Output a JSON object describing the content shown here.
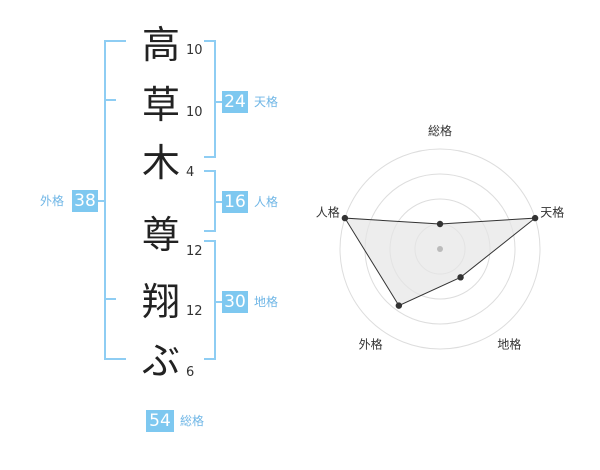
{
  "name_chars": [
    "高",
    "草",
    "木",
    "尊",
    "翔",
    "ぶ"
  ],
  "stroke_counts": [
    "10",
    "10",
    "4",
    "12",
    "12",
    "6"
  ],
  "scores": {
    "tenkaku": {
      "label": "天格",
      "value": "24"
    },
    "jinkaku": {
      "label": "人格",
      "value": "16"
    },
    "chikaku": {
      "label": "地格",
      "value": "30"
    },
    "gaikaku": {
      "label": "外格",
      "value": "38"
    },
    "soukaku": {
      "label": "総格",
      "value": "54"
    }
  },
  "colors": {
    "accent": "#7ec8f0",
    "bracket": "#8ecdf3",
    "label_text": "#6fb6e6",
    "radar_fill": "#e6e6e6"
  },
  "chart_data": {
    "type": "radar",
    "axes": [
      "総格",
      "天格",
      "地格",
      "外格",
      "人格"
    ],
    "rings": 4,
    "values": [
      0.25,
      1.0,
      0.35,
      0.7,
      1.0
    ],
    "max": 1.0
  }
}
